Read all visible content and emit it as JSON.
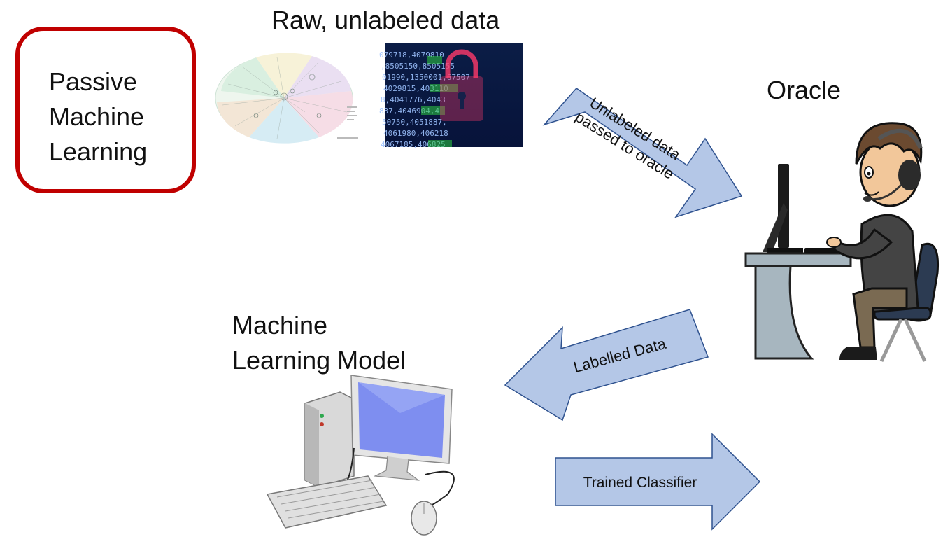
{
  "title_box": {
    "lines": [
      "Passive",
      "Machine",
      "Learning"
    ]
  },
  "raw_heading": "Raw, unlabeled data",
  "oracle_heading": "Oracle",
  "model_heading": {
    "lines": [
      "Machine",
      "Learning Model"
    ]
  },
  "arrows": {
    "unlabeled": {
      "lines": [
        "Unlabeled data",
        "passed to oracle"
      ]
    },
    "labelled": {
      "label": "Labelled Data"
    },
    "trained": {
      "label": "Trained Classifier"
    }
  },
  "data_image": {
    "rows": [
      "079718,4079810",
      ",8505150,8505155",
      "01990,1350001,67507",
      "4029815,403110",
      "8,4041776,4043",
      "837,4046904,4",
      "50750,4051887,",
      "4061980,406218",
      "4067185,406825"
    ]
  },
  "colors": {
    "title_border": "#c00000",
    "arrow_fill": "#b4c7e7",
    "arrow_stroke": "#2f528f",
    "screen": "#7e8ef0"
  },
  "icons": [
    "graph-network-image",
    "padlock-data-image",
    "person-at-computer-icon",
    "desktop-computer-icon"
  ]
}
